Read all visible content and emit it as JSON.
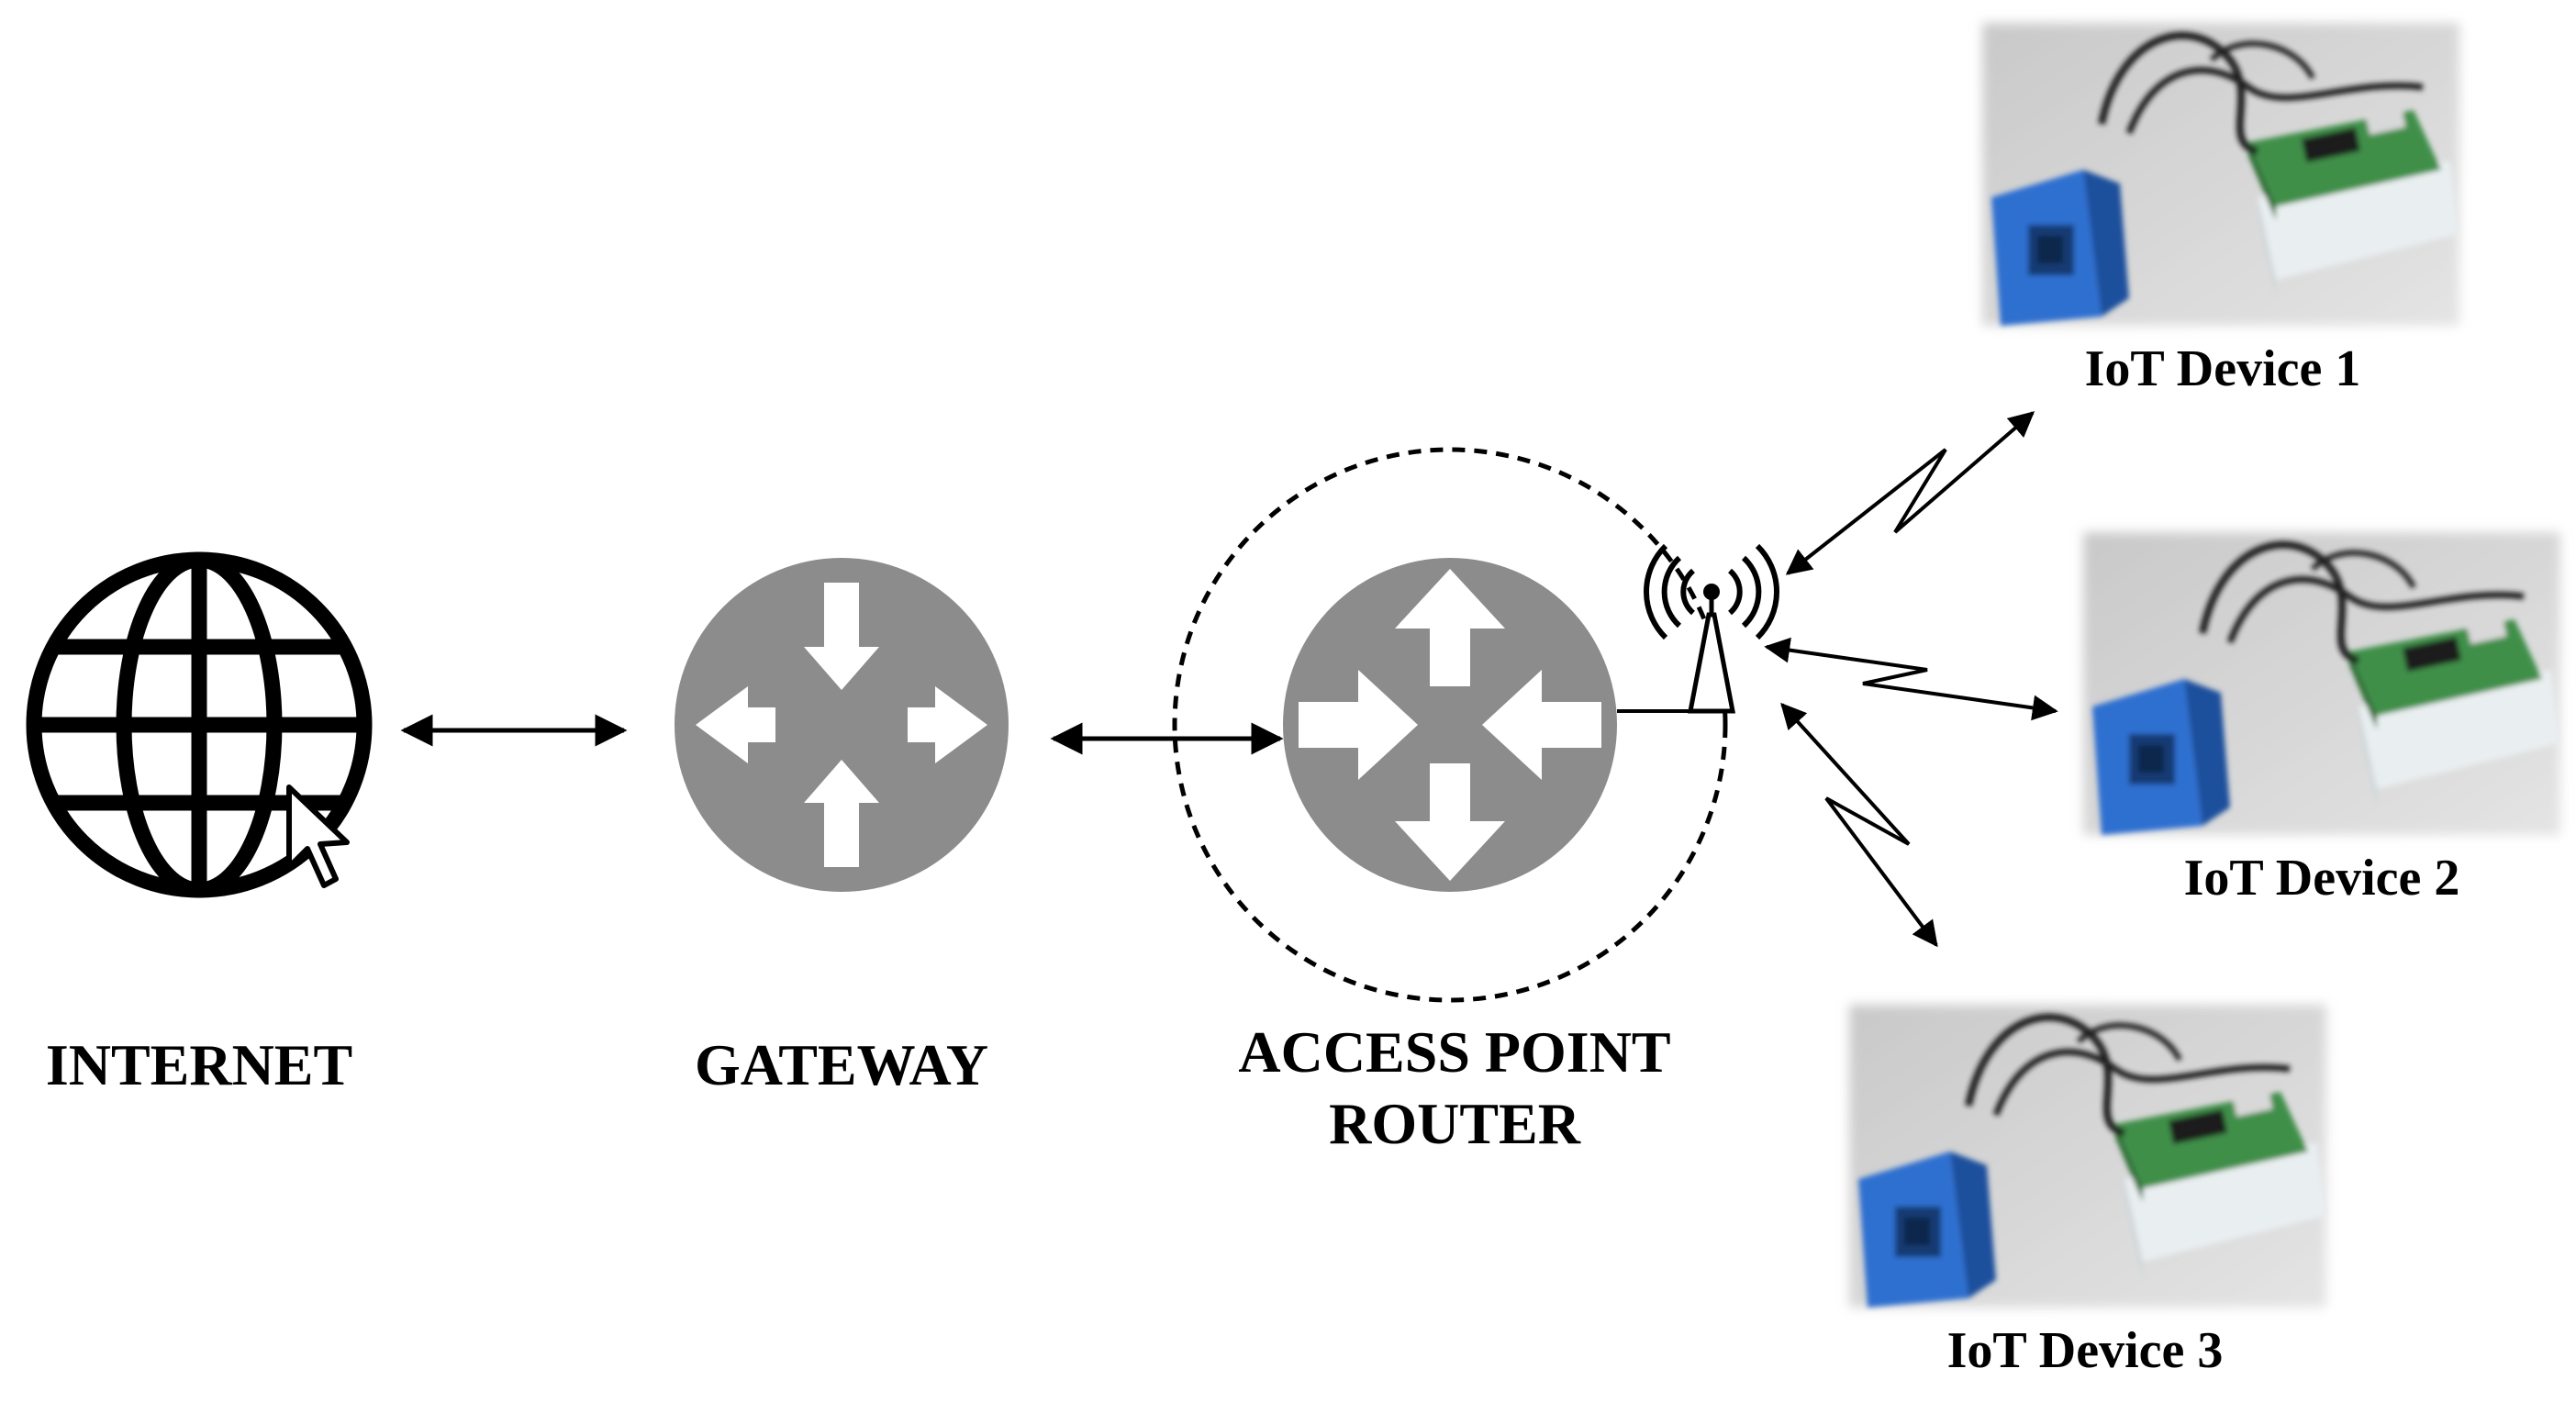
{
  "nodes": {
    "internet": {
      "label": "INTERNET"
    },
    "gateway": {
      "label": "GATEWAY"
    },
    "access_point": {
      "label_line1": "ACCESS POINT",
      "label_line2": "ROUTER"
    }
  },
  "devices": [
    {
      "label": "IoT Device 1"
    },
    {
      "label": "IoT Device 2"
    },
    {
      "label": "IoT Device 3"
    }
  ],
  "colors": {
    "router_gray": "#8c8c8c",
    "line": "#000000",
    "device_blue": "#2f6fd0",
    "pcb_green": "#3f8f4a"
  },
  "icons": [
    "globe-icon",
    "cursor-icon",
    "router-icon",
    "antenna-icon"
  ]
}
